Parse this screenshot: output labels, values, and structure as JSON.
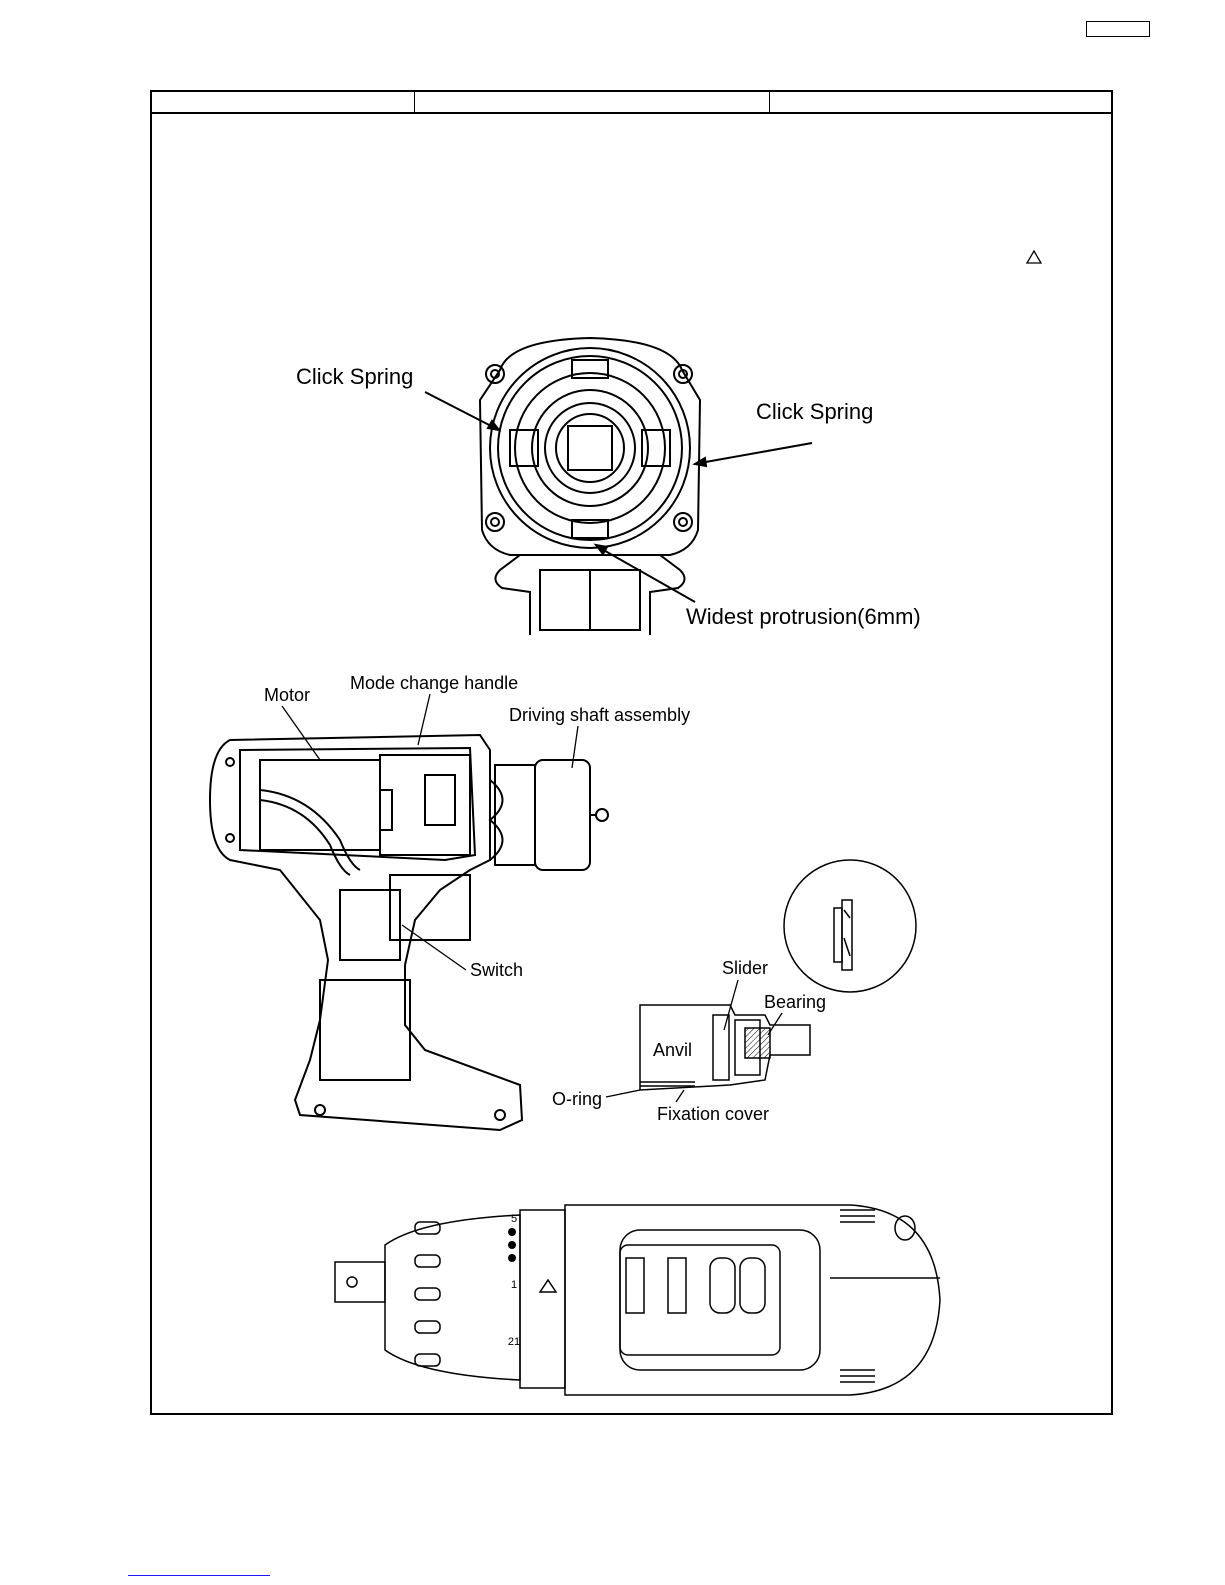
{
  "figure1": {
    "labels": {
      "click_spring_left": "Click Spring",
      "click_spring_right": "Click Spring",
      "widest_protrusion": "Widest protrusion(6mm)"
    }
  },
  "figure2": {
    "labels": {
      "motor": "Motor",
      "mode_change_handle": "Mode change handle",
      "driving_shaft_assembly": "Driving shaft assembly",
      "switch": "Switch"
    }
  },
  "figure3": {
    "labels": {
      "slider": "Slider",
      "bearing": "Bearing",
      "anvil": "Anvil",
      "o_ring": "O-ring",
      "fixation_cover": "Fixation cover"
    }
  },
  "figure4": {
    "dial_marks": [
      "5",
      "1",
      "21"
    ]
  },
  "colors": {
    "line": "#000000",
    "link_underline": "#1a1aff"
  }
}
